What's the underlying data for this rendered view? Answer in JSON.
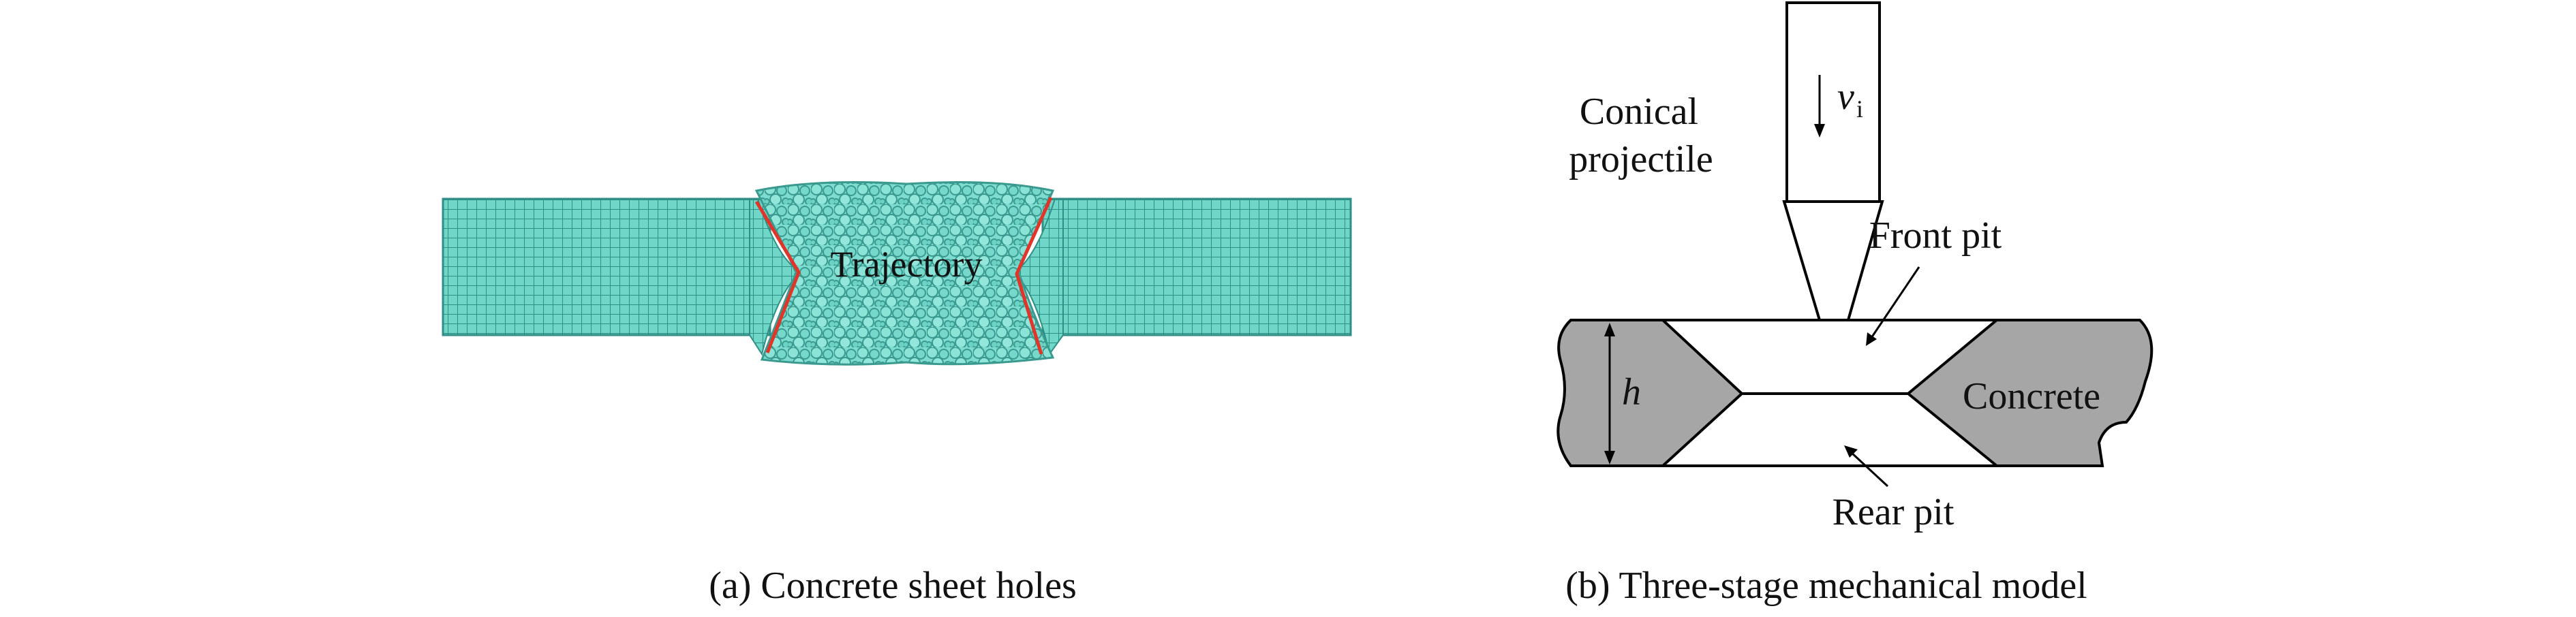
{
  "panel_a": {
    "trajectory_label": "Trajectory",
    "caption": "(a) Concrete sheet holes",
    "colors": {
      "mesh": "#6fd6c8",
      "mesh_line": "#2f8f86",
      "crack": "#e0362a"
    }
  },
  "panel_b": {
    "projectile_label_line1": "Conical",
    "projectile_label_line2": "projectile",
    "velocity_symbol": "v",
    "velocity_subscript": "i",
    "front_pit_label": "Front pit",
    "rear_pit_label": "Rear pit",
    "thickness_symbol": "h",
    "concrete_label": "Concrete",
    "caption": "(b) Three-stage mechanical model",
    "colors": {
      "concrete_fill": "#a6a6a6",
      "outline": "#000000"
    }
  }
}
